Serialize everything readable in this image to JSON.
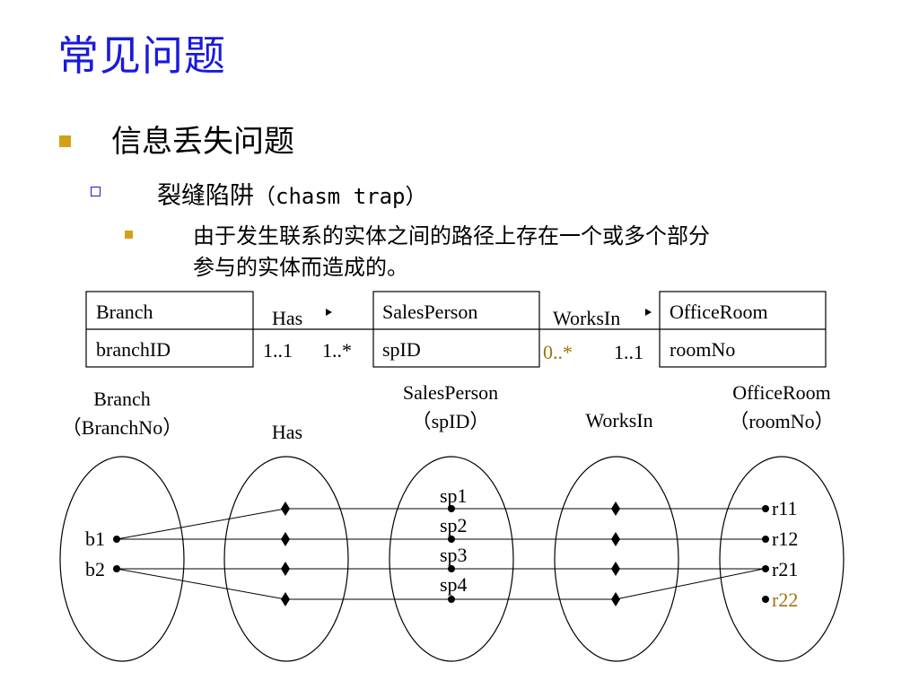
{
  "title": "常见问题",
  "bullets": {
    "level1": "信息丢失问题",
    "level2_cn": "裂缝陷阱",
    "level2_en": "（chasm trap）",
    "level3_line1": "由于发生联系的实体之间的路径上存在一个或多个部分",
    "level3_line2": "参与的实体而造成的。"
  },
  "colors": {
    "title": "#1a1adc",
    "bullet": "#d4a017",
    "highlight": "#a0730e"
  },
  "er": {
    "branch": {
      "name": "Branch",
      "attr": "branchID"
    },
    "salesperson": {
      "name": "SalesPerson",
      "attr": "spID"
    },
    "officeroom": {
      "name": "OfficeRoom",
      "attr": "roomNo"
    },
    "has": {
      "label": "Has",
      "mult_left": "1..1",
      "mult_right": "1..*"
    },
    "worksin": {
      "label": "WorksIn",
      "mult_left": "0..*",
      "mult_right": "1..1"
    }
  },
  "instance": {
    "branch_label1": "Branch",
    "branch_label2": "（BranchNo）",
    "has_label": "Has",
    "sp_label1": "SalesPerson",
    "sp_label2": "（spID）",
    "worksin_label": "WorksIn",
    "room_label1": "OfficeRoom",
    "room_label2": "（roomNo）",
    "branches": [
      "b1",
      "b2"
    ],
    "salespersons": [
      "sp1",
      "sp2",
      "sp3",
      "sp4"
    ],
    "rooms": [
      "r11",
      "r12",
      "r21",
      "r22"
    ]
  }
}
